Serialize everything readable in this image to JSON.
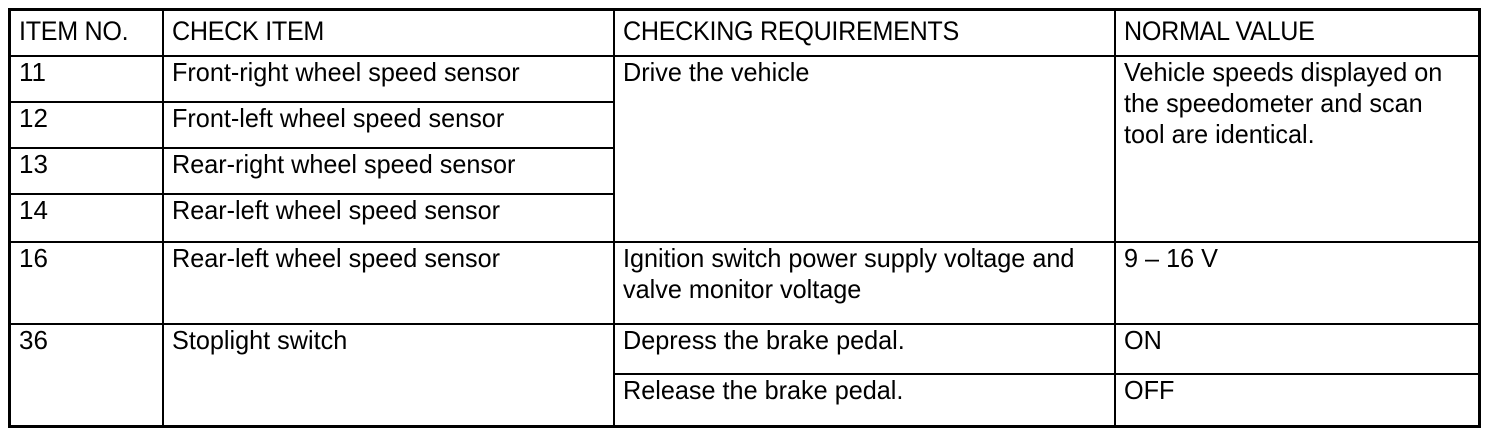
{
  "document": {
    "type": "inspection-table",
    "background_color": "#ffffff",
    "text_color": "#000000"
  },
  "table": {
    "name": "wheel-speed-sensor-inspection-table",
    "columns": [
      {
        "key": "item_no",
        "header": "ITEM NO."
      },
      {
        "key": "check_item",
        "header": "CHECK ITEM"
      },
      {
        "key": "checking_requirements",
        "header": "CHECKING REQUIREMENTS"
      },
      {
        "key": "normal_value",
        "header": "NORMAL VALUE"
      }
    ],
    "rows": [
      {
        "item_no": "11",
        "check_item": "Front-right wheel speed sensor",
        "checking_requirements": "Drive the vehicle",
        "normal_value": "Vehicle speeds displayed on the speedometer and scan tool are identical."
      },
      {
        "item_no": "12",
        "check_item": "Front-left wheel speed sensor"
      },
      {
        "item_no": "13",
        "check_item": "Rear-right wheel speed sensor"
      },
      {
        "item_no": "14",
        "check_item": "Rear-left wheel speed sensor"
      },
      {
        "item_no": "16",
        "check_item": "Rear-left wheel speed sensor",
        "checking_requirements": "Ignition switch power supply voltage and valve monitor voltage",
        "normal_value": "9 – 16 V"
      },
      {
        "item_no": "36",
        "check_item": "Stoplight switch",
        "checking_requirements": "Depress the brake pedal.",
        "normal_value": "ON"
      },
      {
        "checking_requirements": "Release the brake pedal.",
        "normal_value": "OFF"
      }
    ]
  }
}
